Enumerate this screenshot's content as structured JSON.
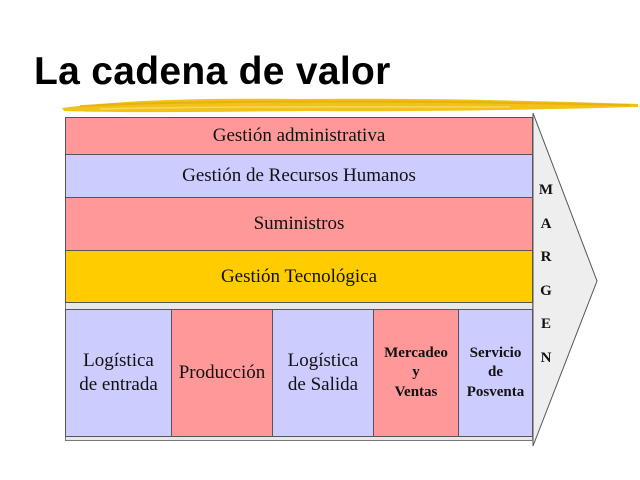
{
  "title": "La cadena de valor",
  "colors": {
    "pink": "#ff9999",
    "lavender": "#ccccff",
    "yellow": "#ffcc00",
    "arrow_fill": "#eeeeee",
    "brush": "#f2c21a"
  },
  "support_activities": [
    {
      "label": "Gestión administrativa",
      "color": "#ff9999"
    },
    {
      "label": "Gestión de Recursos Humanos",
      "color": "#ccccff"
    },
    {
      "label": "Suministros",
      "color": "#ff9999"
    },
    {
      "label": "Gestión Tecnológica",
      "color": "#ffcc00"
    }
  ],
  "primary_activities": [
    {
      "line1": "Logística",
      "line2": "de entrada",
      "line3": "",
      "color": "#ccccff"
    },
    {
      "line1": "Producción",
      "line2": "",
      "line3": "",
      "color": "#ff9999"
    },
    {
      "line1": "Logística",
      "line2": "de Salida",
      "line3": "",
      "color": "#ccccff"
    },
    {
      "line1": "Mercadeo",
      "line2": "y",
      "line3": "Ventas",
      "color": "#ff9999"
    },
    {
      "line1": "Servicio",
      "line2": "de",
      "line3": "Posventa",
      "color": "#ccccff"
    }
  ],
  "margin_letters": [
    "M",
    "A",
    "R",
    "G",
    "E",
    "N"
  ]
}
